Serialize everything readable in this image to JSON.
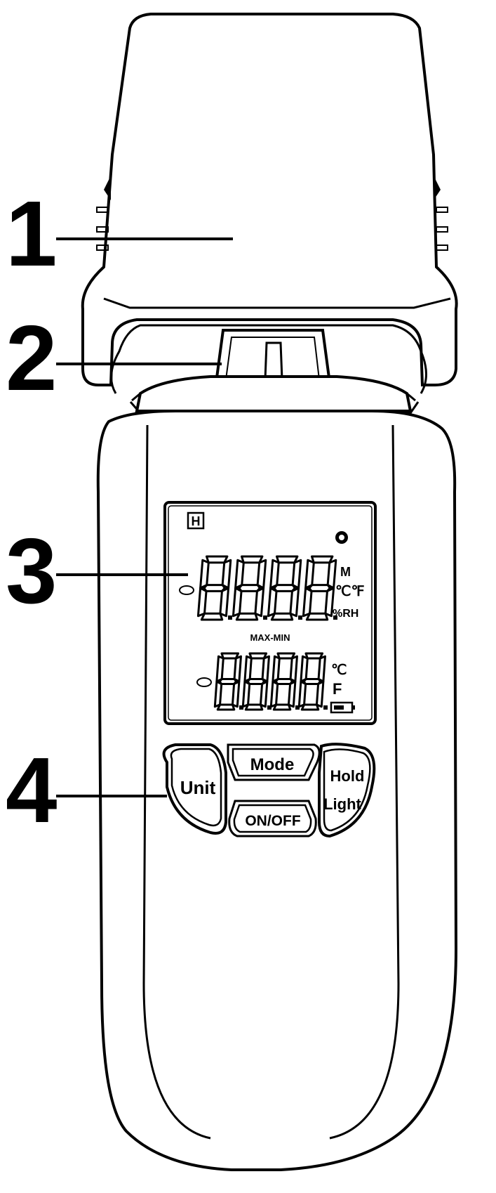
{
  "callouts": [
    "1",
    "2",
    "3",
    "4"
  ],
  "lcd": {
    "hold_indicator": "H",
    "unit_upper": "M",
    "unit_temp": "℃℉",
    "unit_rh": "%RH",
    "maxmin": "MAX-MIN",
    "unit_lower_c": "℃",
    "unit_lower_f": "F",
    "upper_digits": 4,
    "lower_digits": 4
  },
  "buttons": {
    "unit": "Unit",
    "mode": "Mode",
    "hold": "Hold",
    "light": "Light",
    "onoff": "ON/OFF"
  }
}
